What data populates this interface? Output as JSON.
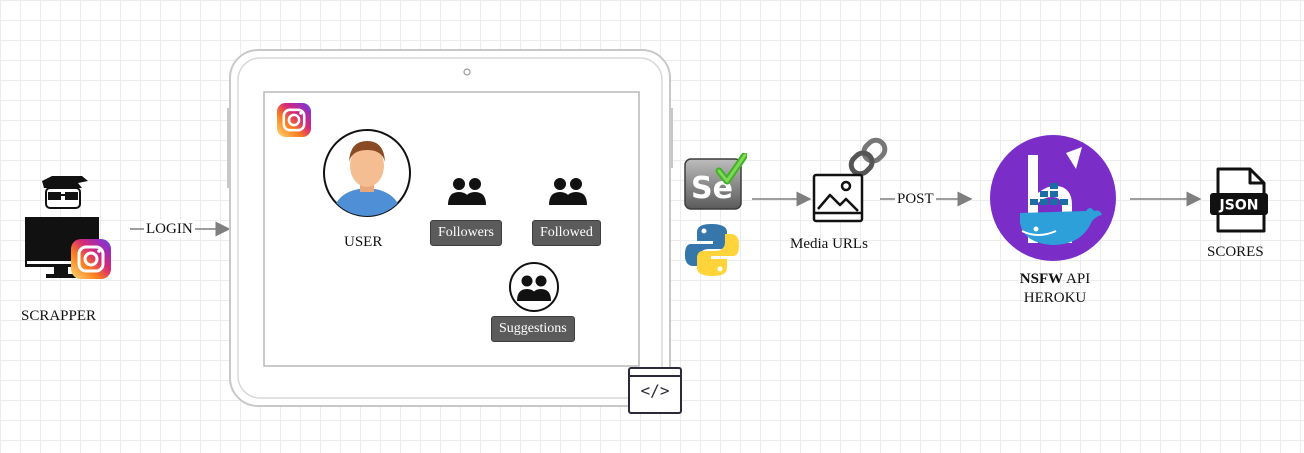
{
  "scrapper": {
    "label": "SCRAPPER"
  },
  "edges": {
    "login": "LOGIN",
    "post": "POST"
  },
  "tablet": {
    "user_label": "USER",
    "followers_label": "Followers",
    "followed_label": "Followed",
    "suggestions_label": "Suggestions",
    "code_icon_text": "</>"
  },
  "selenium": {
    "logo_text": "Se"
  },
  "media": {
    "label": "Media URLs"
  },
  "api": {
    "name_bold": "NSFW",
    "name_rest": " API",
    "host": "HEROKU"
  },
  "output": {
    "badge_text": "JSON",
    "label": "SCORES"
  },
  "colors": {
    "edge": "#7f7f7f",
    "pill_bg": "#5b5b5b",
    "heroku_purple": "#7a2ec7",
    "docker_blue": "#2d9fd9",
    "python_blue": "#3776ab",
    "python_yellow": "#ffd43b",
    "selenium_green": "#43b02a"
  }
}
